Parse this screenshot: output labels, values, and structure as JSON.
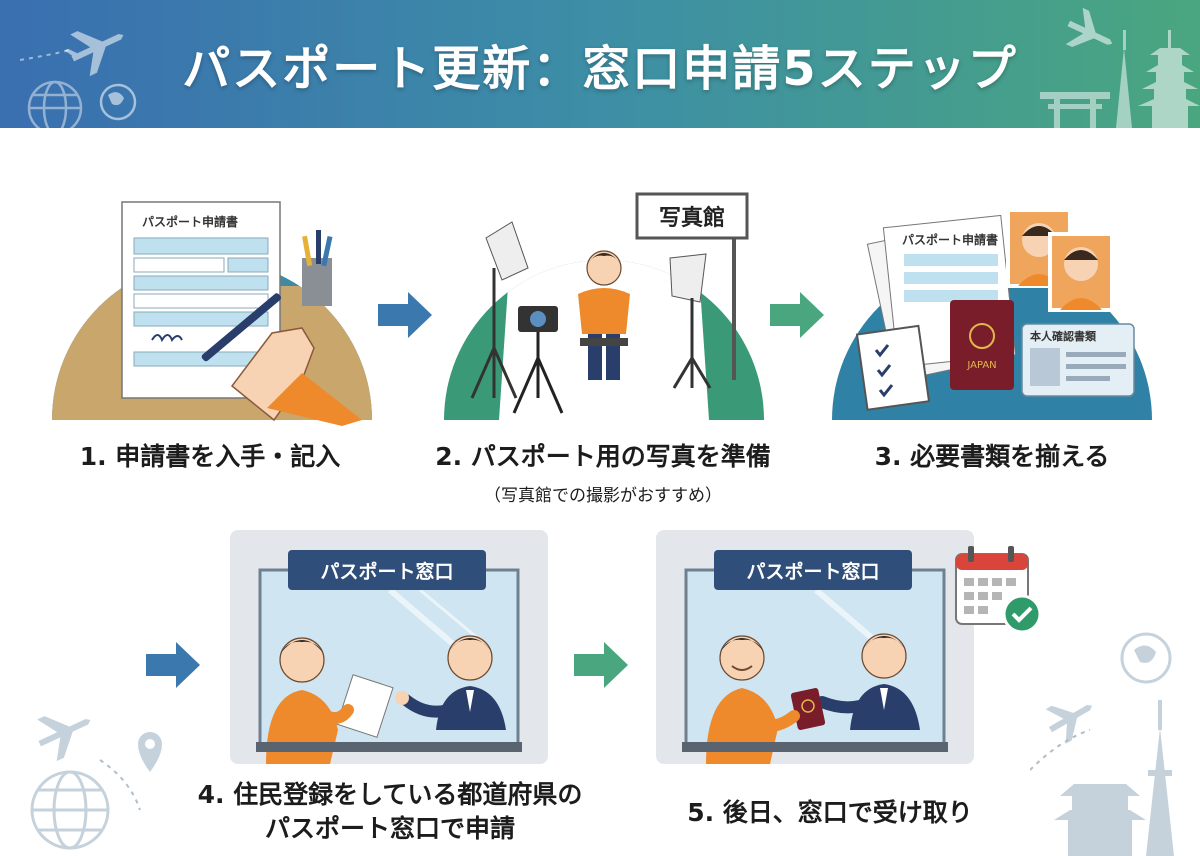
{
  "title": "パスポート更新：窓口申請5ステップ",
  "steps": [
    {
      "caption": "1. 申請書を入手・記入",
      "sign": "パスポート申請書"
    },
    {
      "caption": "2. パスポート用の写真を準備",
      "sub": "（写真館での撮影がおすすめ）",
      "sign": "写真館"
    },
    {
      "caption": "3. 必要書類を揃える",
      "form_label": "パスポート申請書",
      "card_label": "本人確認書類",
      "passport_text": "JAPAN"
    },
    {
      "caption_line1": "4. 住民登録をしている都道府県の",
      "caption_line2": "パスポート窓口で申請",
      "sign": "パスポート窓口"
    },
    {
      "caption": "5. 後日、窓口で受け取り",
      "sign": "パスポート窓口"
    }
  ],
  "colors": {
    "banner_start": "#3a6fb0",
    "banner_end": "#4aa67f",
    "arrow_blue": "#3b78ad",
    "arrow_green": "#4aa67f",
    "person_shirt": "#ef8a2c",
    "staff_suit": "#2a3e6b",
    "sign_navy": "#2f4f7a"
  }
}
